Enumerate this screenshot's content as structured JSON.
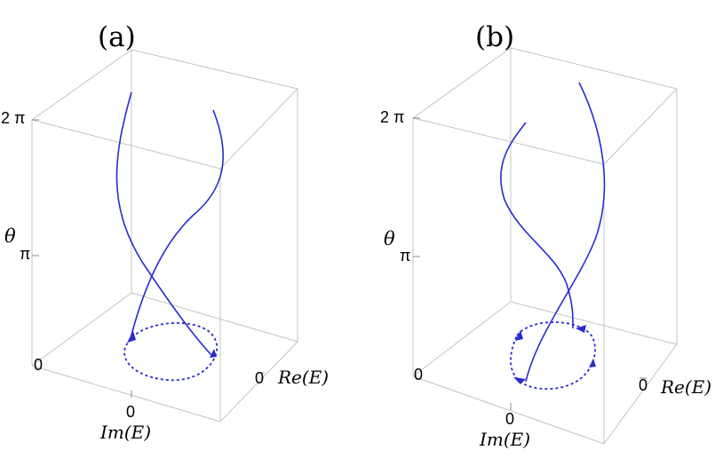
{
  "panels": [
    {
      "label": "(a)",
      "z_ticks": [
        "0",
        "π",
        "2 π"
      ],
      "z_label": "θ",
      "re_tick": "0",
      "re_label": "Re(E)",
      "im_tick": "0",
      "im_label": "Im(E)"
    },
    {
      "label": "(b)",
      "z_ticks": [
        "0",
        "π",
        "2 π"
      ],
      "z_label": "θ",
      "re_tick": "0",
      "re_label": "Re(E)",
      "im_tick": "0",
      "im_label": "Im(E)"
    }
  ],
  "colors": {
    "curve": "#2a2ad2",
    "box": "#c4c4c4"
  }
}
